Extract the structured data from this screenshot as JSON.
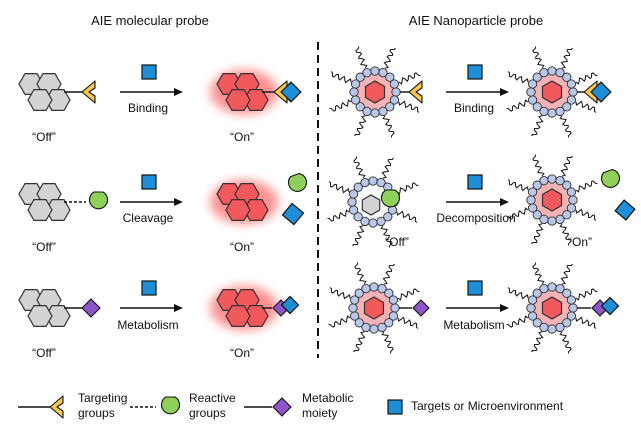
{
  "panels": {
    "left_title": "AIE molecular probe",
    "right_title": "AIE Nanoparticle probe"
  },
  "states": {
    "off": "“Off”",
    "on": "“On”"
  },
  "left_rows": [
    {
      "arrow_label": "Binding"
    },
    {
      "arrow_label": "Cleavage"
    },
    {
      "arrow_label": "Metabolism"
    }
  ],
  "right_rows": [
    {
      "arrow_label": "Binding"
    },
    {
      "arrow_label": "Decomposition"
    },
    {
      "arrow_label": "Metabolism"
    }
  ],
  "legend": {
    "targeting_1": "Targeting",
    "targeting_2": "groups",
    "reactive_1": "Reactive",
    "reactive_2": "groups",
    "metabolic_1": "Metabolic",
    "metabolic_2": "moiety",
    "targets": "Targets or Microenvironment"
  },
  "colors": {
    "hex_off": "#d3d3d3",
    "hex_on": "#f1595c",
    "glow": "#ff6b6b",
    "targeting": "#f7c84a",
    "reactive": "#8fd05b",
    "metabolic": "#8e55c8",
    "target": "#1e8fd6",
    "bead": "#b9c8e8",
    "np_core_pink": "#f6b3b5"
  }
}
